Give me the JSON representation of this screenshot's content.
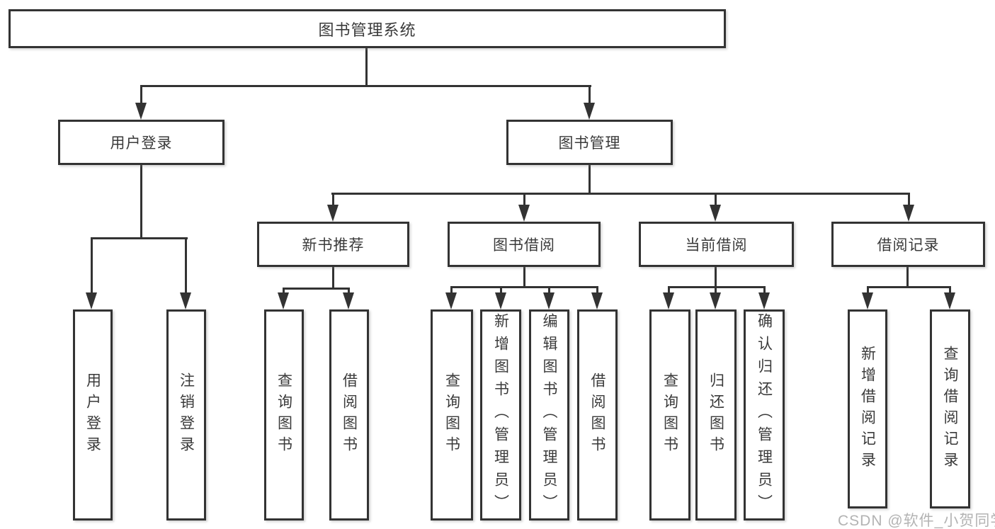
{
  "root": {
    "label": "图书管理系统"
  },
  "level2": {
    "user_login": {
      "label": "用户登录"
    },
    "book_mgmt": {
      "label": "图书管理"
    }
  },
  "level3": {
    "new_book": {
      "label": "新书推荐"
    },
    "borrow": {
      "label": "图书借阅"
    },
    "current": {
      "label": "当前借阅"
    },
    "record": {
      "label": "借阅记录"
    }
  },
  "leaves": {
    "user_login": [
      {
        "label": "用户登录"
      },
      {
        "label": "注销登录"
      }
    ],
    "new_book": [
      {
        "label": "查询图书"
      },
      {
        "label": "借阅图书"
      }
    ],
    "borrow": [
      {
        "label": "查询图书"
      },
      {
        "label": "新增图书（管理员）"
      },
      {
        "label": "编辑图书（管理员）"
      },
      {
        "label": "借阅图书"
      }
    ],
    "current": [
      {
        "label": "查询图书"
      },
      {
        "label": "归还图书"
      },
      {
        "label": "确认归还（管理员）"
      }
    ],
    "record": [
      {
        "label": "新增借阅记录"
      },
      {
        "label": "查询借阅记录"
      }
    ]
  },
  "watermark": {
    "text": "CSDN @软件_小贺同学"
  },
  "colors": {
    "line": "#333333",
    "text": "#3a3a3a",
    "background": "#ffffff",
    "watermark": "#b3b3b3"
  }
}
